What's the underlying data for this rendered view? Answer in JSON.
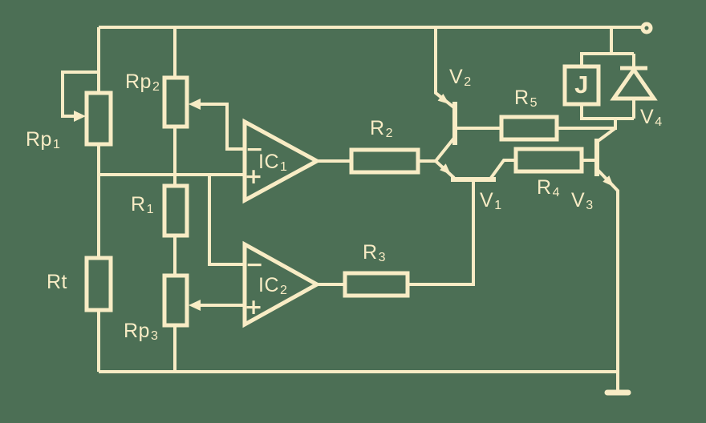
{
  "colors": {
    "background": "#4C6F55",
    "line": "#F8ECC5"
  },
  "labels": {
    "rp1": {
      "main": "Rp",
      "sub": "1"
    },
    "rp2": {
      "main": "Rp",
      "sub": "2"
    },
    "r1": {
      "main": "R",
      "sub": "1"
    },
    "rt": {
      "main": "Rt",
      "sub": ""
    },
    "rp3": {
      "main": "Rp",
      "sub": "3"
    },
    "ic1": {
      "main": "IC",
      "sub": "1"
    },
    "ic2": {
      "main": "IC",
      "sub": "2"
    },
    "r2": {
      "main": "R",
      "sub": "2"
    },
    "r3": {
      "main": "R",
      "sub": "3"
    },
    "r4": {
      "main": "R",
      "sub": "4"
    },
    "r5": {
      "main": "R",
      "sub": "5"
    },
    "v1": {
      "main": "V",
      "sub": "1"
    },
    "v2": {
      "main": "V",
      "sub": "2"
    },
    "v3": {
      "main": "V",
      "sub": "3"
    },
    "v4": {
      "main": "V",
      "sub": "4"
    },
    "relay": {
      "main": "J",
      "sub": ""
    }
  },
  "opamps": {
    "inverting_sign": "−",
    "noninverting_sign": "+"
  }
}
